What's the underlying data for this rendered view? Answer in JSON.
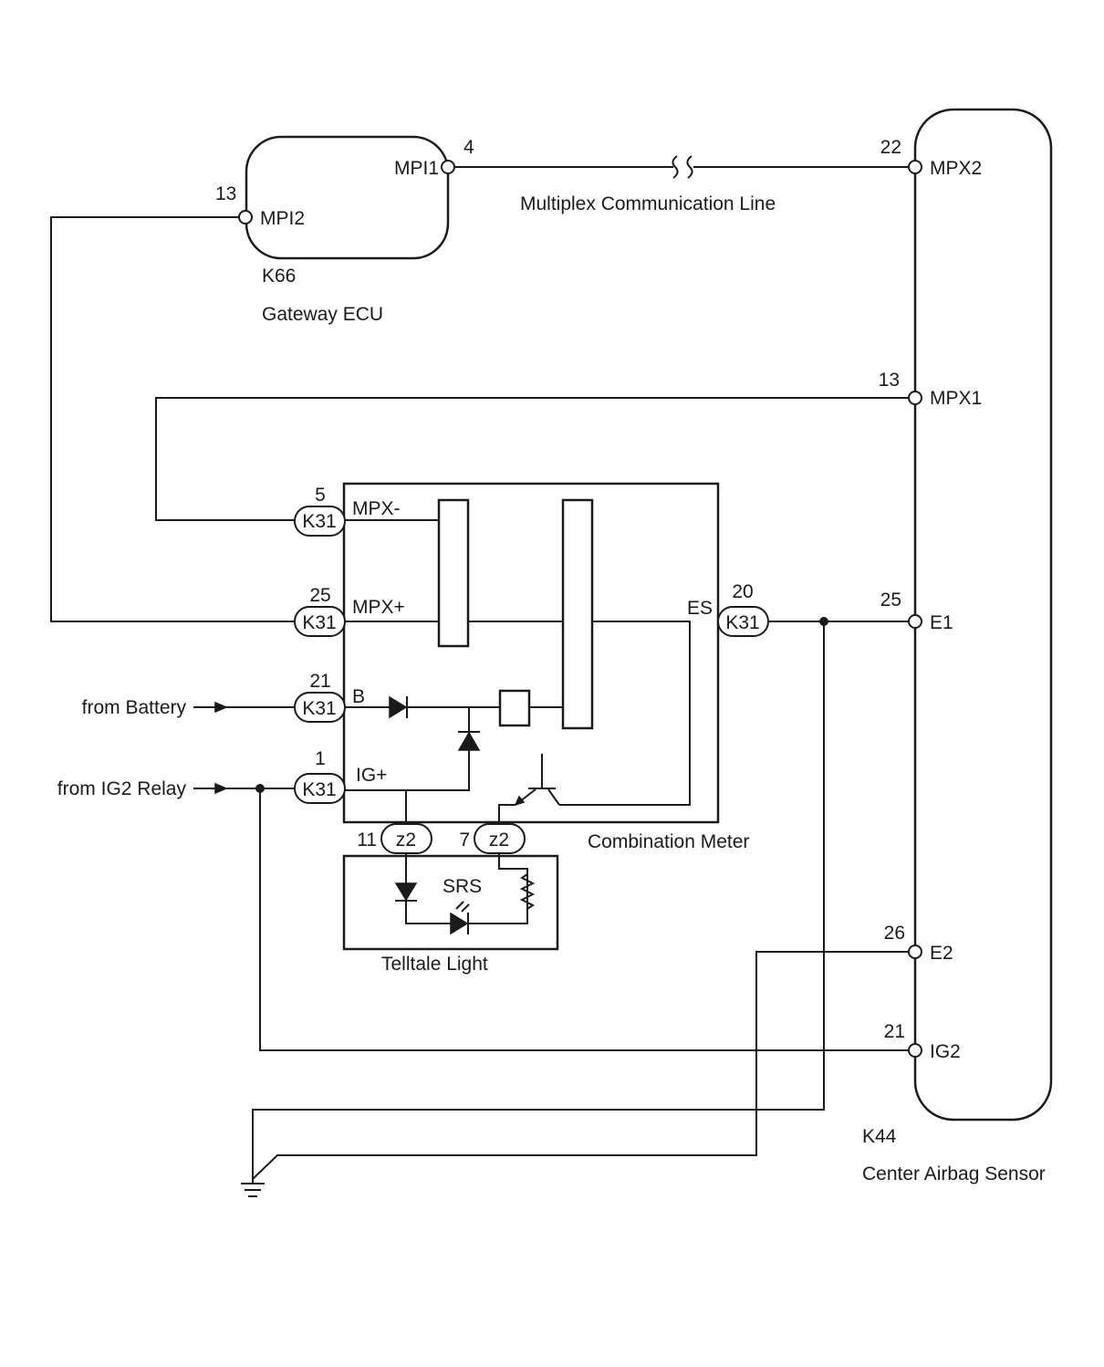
{
  "components": {
    "gateway_ecu": {
      "code": "K66",
      "name": "Gateway ECU"
    },
    "airbag_sensor": {
      "code": "K44",
      "name": "Center Airbag Sensor"
    },
    "combination_meter": {
      "name": "Combination Meter"
    },
    "telltale_light": {
      "name": "Telltale Light",
      "lamp": "SRS"
    }
  },
  "labels": {
    "multiplex_line": "Multiplex Communication Line",
    "from_battery": "from Battery",
    "from_ig2_relay": "from IG2 Relay"
  },
  "gateway_pins": [
    {
      "num": "4",
      "name": "MPI1"
    },
    {
      "num": "13",
      "name": "MPI2"
    }
  ],
  "airbag_pins": [
    {
      "num": "22",
      "name": "MPX2"
    },
    {
      "num": "13",
      "name": "MPX1"
    },
    {
      "num": "25",
      "name": "E1"
    },
    {
      "num": "26",
      "name": "E2"
    },
    {
      "num": "21",
      "name": "IG2"
    }
  ],
  "meter_pins": [
    {
      "num": "5",
      "connector": "K31",
      "name": "MPX-"
    },
    {
      "num": "25",
      "connector": "K31",
      "name": "MPX+"
    },
    {
      "num": "21",
      "connector": "K31",
      "name": "B"
    },
    {
      "num": "1",
      "connector": "K31",
      "name": "IG+"
    },
    {
      "num": "20",
      "connector": "K31",
      "name": "ES"
    }
  ],
  "telltale_pins": [
    {
      "num": "11",
      "connector": "z2"
    },
    {
      "num": "7",
      "connector": "z2"
    }
  ]
}
